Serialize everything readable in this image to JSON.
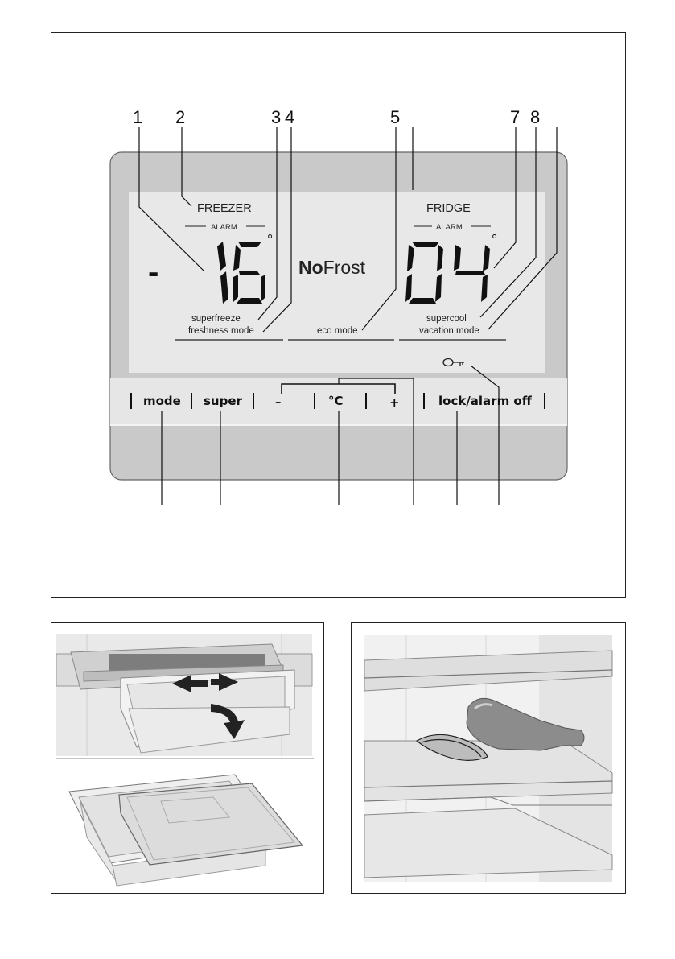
{
  "callouts": [
    "1",
    "2",
    "3",
    "4",
    "5",
    "7",
    "8"
  ],
  "display": {
    "freezer": {
      "label": "FREEZER",
      "alarm": "ALARM",
      "sign": "-",
      "temperature": "16",
      "degree": "°",
      "modes": [
        "superfreeze",
        "freshness mode"
      ]
    },
    "center": {
      "brand_bold": "No",
      "brand_regular": "Frost",
      "mode": "eco mode"
    },
    "fridge": {
      "label": "FRIDGE",
      "alarm": "ALARM",
      "temperature": "04",
      "degree": "°",
      "modes": [
        "supercool",
        "vacation mode"
      ]
    },
    "lock_symbol": "key-icon"
  },
  "buttons": {
    "mode": "mode",
    "super": "super",
    "minus": "–",
    "unit": "°C",
    "plus": "+",
    "lock": "lock/alarm off"
  },
  "colors": {
    "panel": "#c9c9c9",
    "lcd": "#e6e6e6",
    "segment": "#111111"
  }
}
